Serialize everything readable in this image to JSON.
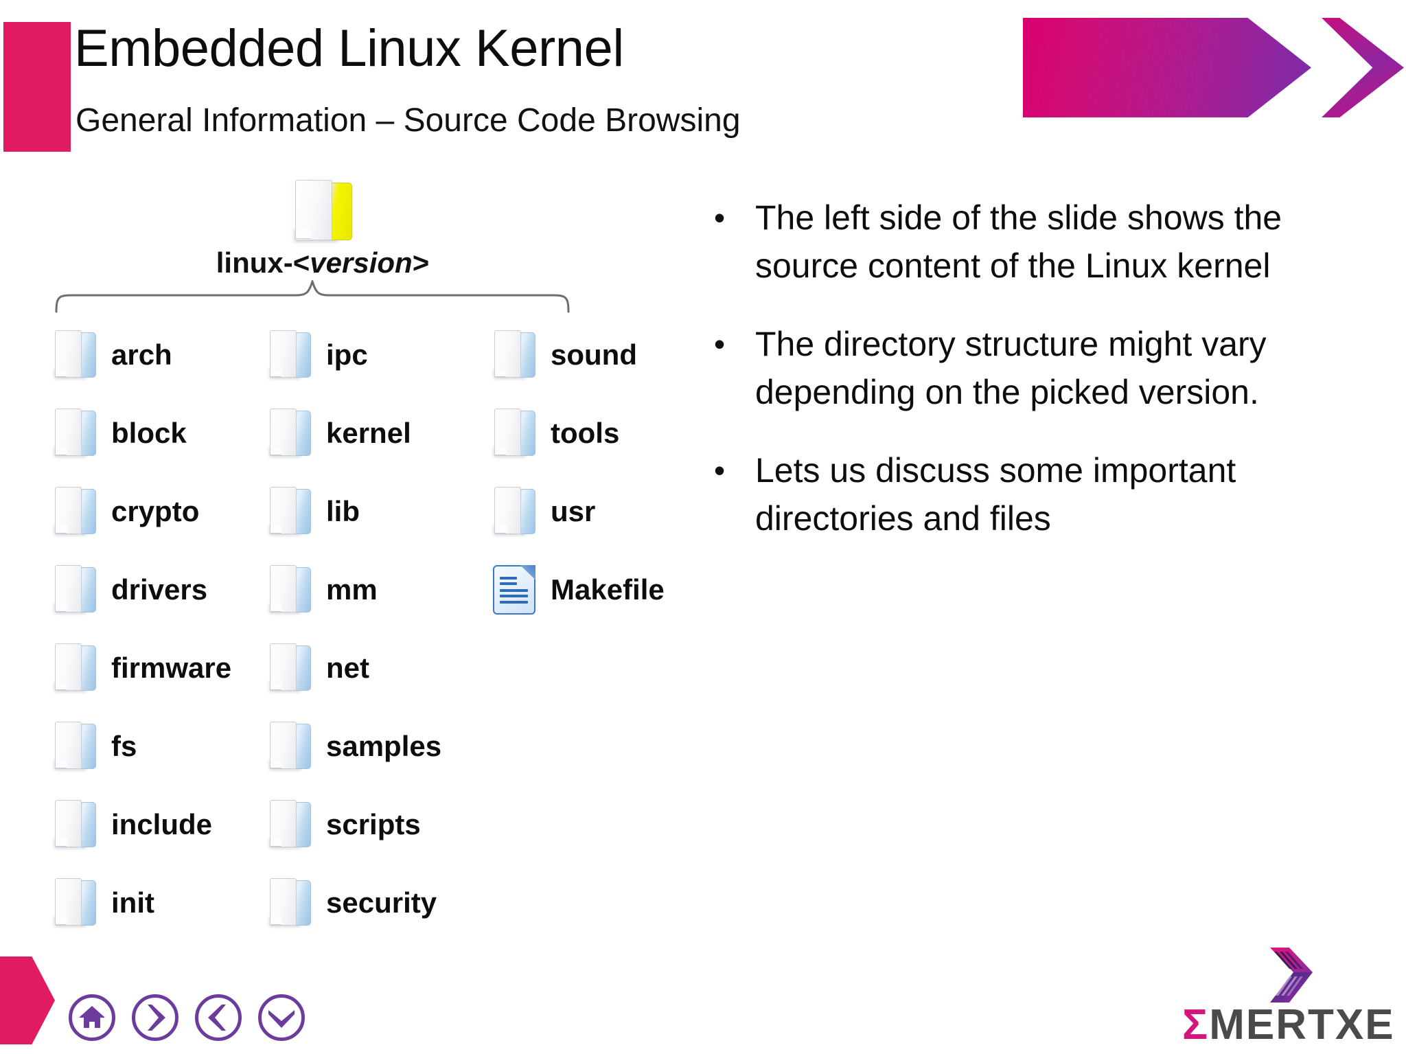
{
  "header": {
    "title": "Embedded Linux Kernel",
    "subtitle": "General Information – Source Code Browsing",
    "accent_color": "#E01A63",
    "banner_gradient_from": "#D8006E",
    "banner_gradient_to": "#7B2BA8"
  },
  "tree": {
    "root": {
      "icon": "folder-icon-yellow",
      "label_prefix": "linux-<",
      "label_version": "version",
      "label_suffix": ">"
    },
    "brace": "curly-brace",
    "columns": [
      {
        "items": [
          {
            "icon": "folder-icon",
            "label": "arch"
          },
          {
            "icon": "folder-icon",
            "label": "block"
          },
          {
            "icon": "folder-icon",
            "label": "crypto"
          },
          {
            "icon": "folder-icon",
            "label": "drivers"
          },
          {
            "icon": "folder-icon",
            "label": "firmware"
          },
          {
            "icon": "folder-icon",
            "label": "fs"
          },
          {
            "icon": "folder-icon",
            "label": "include"
          },
          {
            "icon": "folder-icon",
            "label": "init"
          }
        ]
      },
      {
        "items": [
          {
            "icon": "folder-icon",
            "label": "ipc"
          },
          {
            "icon": "folder-icon",
            "label": "kernel"
          },
          {
            "icon": "folder-icon",
            "label": "lib"
          },
          {
            "icon": "folder-icon",
            "label": "mm"
          },
          {
            "icon": "folder-icon",
            "label": "net"
          },
          {
            "icon": "folder-icon",
            "label": "samples"
          },
          {
            "icon": "folder-icon",
            "label": "scripts"
          },
          {
            "icon": "folder-icon",
            "label": "security"
          }
        ]
      },
      {
        "items": [
          {
            "icon": "folder-icon",
            "label": "sound"
          },
          {
            "icon": "folder-icon",
            "label": "tools"
          },
          {
            "icon": "folder-icon",
            "label": "usr"
          },
          {
            "icon": "document-icon",
            "label": "Makefile"
          }
        ]
      }
    ]
  },
  "bullets": [
    {
      "marker": "•",
      "text": "The left side of the slide shows the source content of the Linux kernel"
    },
    {
      "marker": "•",
      "text": "The directory structure might vary depending on the picked version."
    },
    {
      "marker": "•",
      "text": "Lets us discuss some important directories and files"
    }
  ],
  "footer": {
    "accent_color": "#E01A63",
    "nav_color": "#6B3B9E",
    "nav_buttons": [
      {
        "icon": "home-icon",
        "name": "home"
      },
      {
        "icon": "chevron-right-icon",
        "name": "next"
      },
      {
        "icon": "chevron-left-icon",
        "name": "previous"
      },
      {
        "icon": "chevron-down-icon",
        "name": "down"
      }
    ],
    "logo": {
      "sigma": "Σ",
      "word": "MERTXE",
      "chevron_color_top": "#D4157C",
      "chevron_color_bottom": "#2E2B7A"
    }
  }
}
